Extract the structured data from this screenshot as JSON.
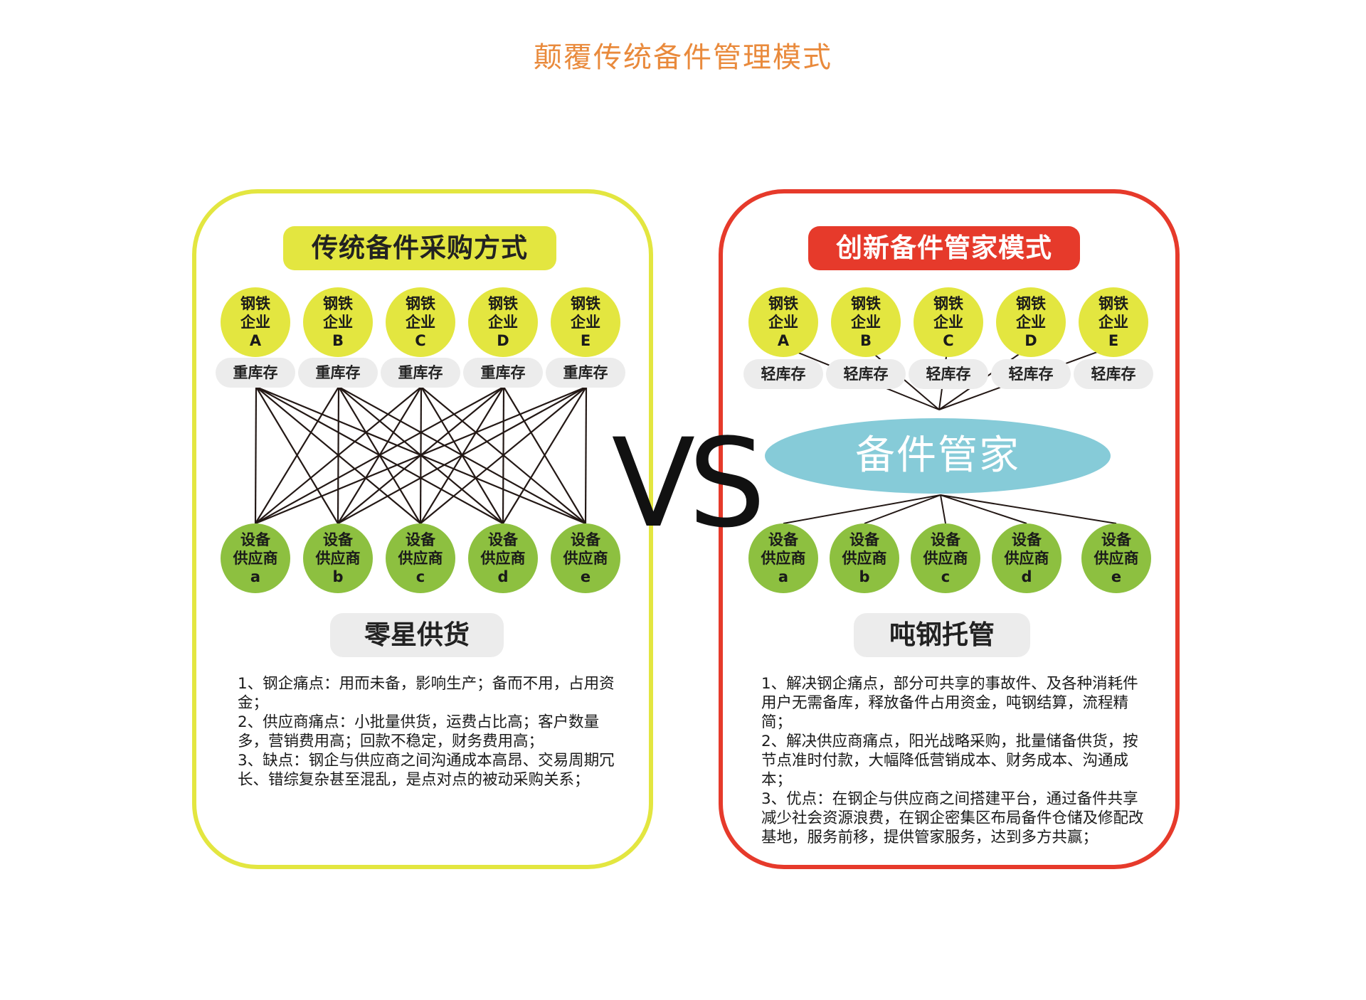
{
  "page_title": "颠覆传统备件管理模式",
  "vs_text": "VS",
  "left": {
    "title": "传统备件采购方式",
    "enterprise_label": [
      "钢铁",
      "企业"
    ],
    "enterprises": [
      "A",
      "B",
      "C",
      "D",
      "E"
    ],
    "inventory_tag": "重库存",
    "supplier_label": [
      "设备",
      "供应商"
    ],
    "suppliers": [
      "a",
      "b",
      "c",
      "d",
      "e"
    ],
    "mode_name": "零星供货",
    "notes": [
      "1、钢企痛点：用而未备，影响生产；备而不用，占用资金；",
      "2、供应商痛点：小批量供货，运费占比高；客户数量多，营销费用高；回款不稳定，财务费用高；",
      "3、缺点：钢企与供应商之间沟通成本高昂、交易周期冗长、错综复杂甚至混乱，是点对点的被动采购关系；"
    ],
    "colors": {
      "border": "#e3e640",
      "enterprise": "#e3e640",
      "supplier": "#8dc040"
    }
  },
  "right": {
    "title": "创新备件管家模式",
    "enterprise_label": [
      "钢铁",
      "企业"
    ],
    "enterprises": [
      "A",
      "B",
      "C",
      "D",
      "E"
    ],
    "inventory_tag": "轻库存",
    "hub": "备件管家",
    "supplier_label": [
      "设备",
      "供应商"
    ],
    "suppliers": [
      "a",
      "b",
      "c",
      "d",
      "e"
    ],
    "mode_name": "吨钢托管",
    "notes": [
      "1、解决钢企痛点，部分可共享的事故件、及各种消耗件用户无需备库，释放备件占用资金，吨钢结算，流程精简；",
      "2、解决供应商痛点，阳光战略采购，批量储备供货，按节点准时付款，大幅降低营销成本、财务成本、沟通成本；",
      "3、优点：在钢企与供应商之间搭建平台，通过备件共享减少社会资源浪费，在钢企密集区布局备件仓储及修配改基地，服务前移，提供管家服务，达到多方共赢；"
    ],
    "colors": {
      "border": "#e63a2b",
      "hub": "#86cbd8"
    }
  }
}
